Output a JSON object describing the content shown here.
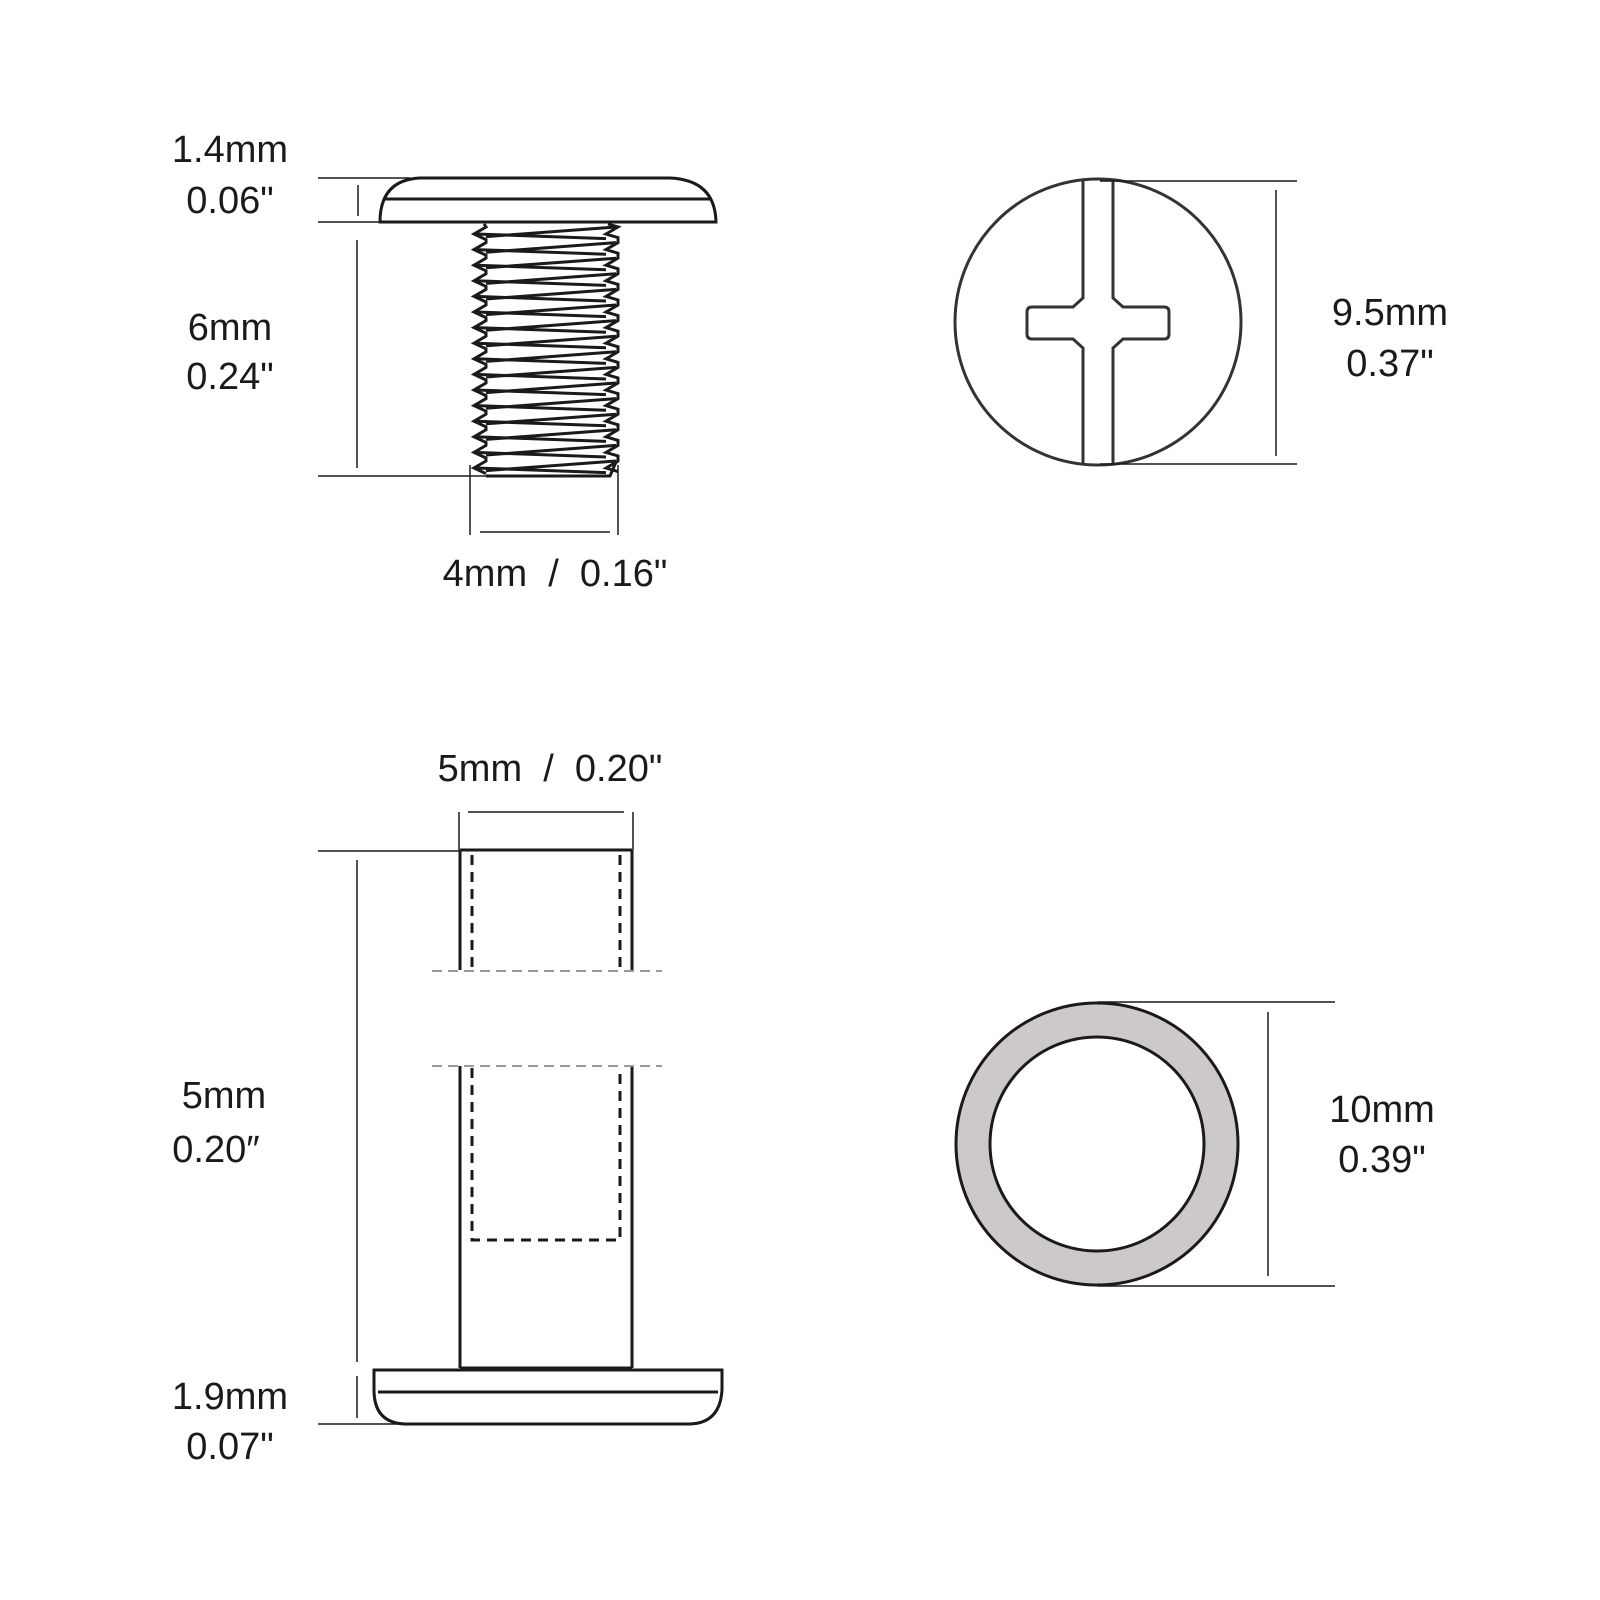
{
  "screw": {
    "head_height": {
      "mm": "1.4mm",
      "in": "0.06\""
    },
    "length": {
      "mm": "6mm",
      "in": "0.24\""
    },
    "thread_diameter": "4mm  /  0.16\""
  },
  "screw_head_top": {
    "diameter": {
      "mm": "9.5mm",
      "in": "0.37\""
    }
  },
  "post": {
    "outer_diameter": "5mm  /  0.20\"",
    "length": {
      "mm": "5mm",
      "in": "0.20″"
    },
    "head_height": {
      "mm": "1.9mm",
      "in": "0.07\""
    }
  },
  "post_head_bottom": {
    "diameter": {
      "mm": "10mm",
      "in": "0.39\""
    }
  },
  "colors": {
    "line": "#1a1a1a",
    "ring_fill": "#cdc9c9",
    "break_line": "#999999"
  }
}
